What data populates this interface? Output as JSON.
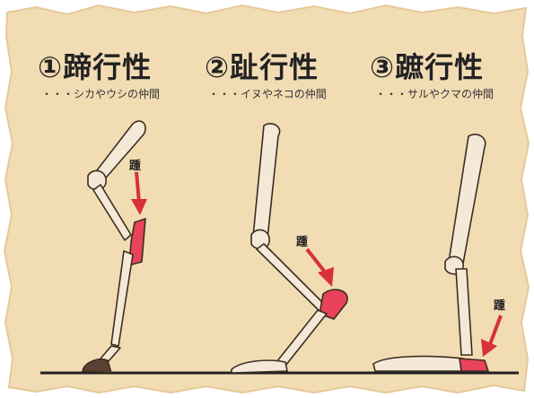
{
  "panels": [
    {
      "title": "①蹄行性",
      "subtitle": "・・・シカやウシの仲間",
      "heel_label": "踵"
    },
    {
      "title": "②趾行性",
      "subtitle": "・・・イヌやネコの仲間",
      "heel_label": "踵"
    },
    {
      "title": "③蹠行性",
      "subtitle": "・・・サルやクマの仲間",
      "heel_label": "踵"
    }
  ],
  "colors": {
    "paper": "#f2dcb4",
    "paper_edge": "#e6c998",
    "bone_fill": "#f4e9d6",
    "bone_stroke": "#3a2e22",
    "heel_highlight": "#e8435a",
    "arrow": "#d8303a",
    "ground": "#222222",
    "hoof": "#5a4030"
  }
}
